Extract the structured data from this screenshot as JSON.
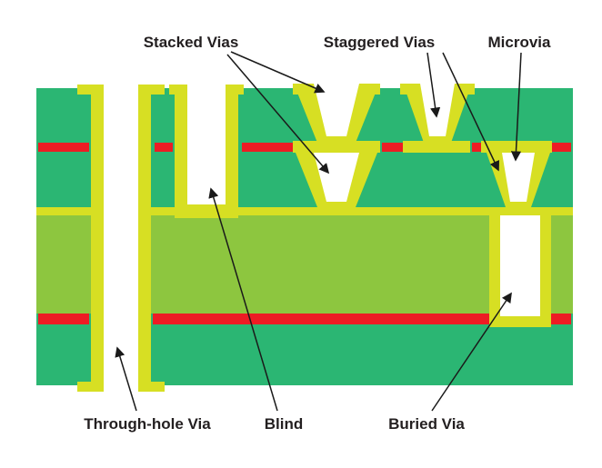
{
  "diagram": {
    "type": "pcb-via-types-cross-section",
    "labels": {
      "stacked_vias": "Stacked Vias",
      "staggered_vias": "Staggered Vias",
      "microvia": "Microvia",
      "through_hole_via": "Through-hole Via",
      "blind": "Blind",
      "buried_via": "Buried Via"
    },
    "via_types_shown": [
      "Stacked Vias",
      "Staggered Vias",
      "Microvia",
      "Through-hole Via",
      "Blind",
      "Buried Via"
    ],
    "colors": {
      "laminate_green": "#2BB673",
      "core_light_green": "#8DC63F",
      "via_plating_yellow_green": "#D7DF23",
      "copper_trace_red": "#ED1C24",
      "via_hole_white": "#FFFFFF",
      "label_text": "#231F20",
      "background": "#FFFFFF"
    }
  }
}
